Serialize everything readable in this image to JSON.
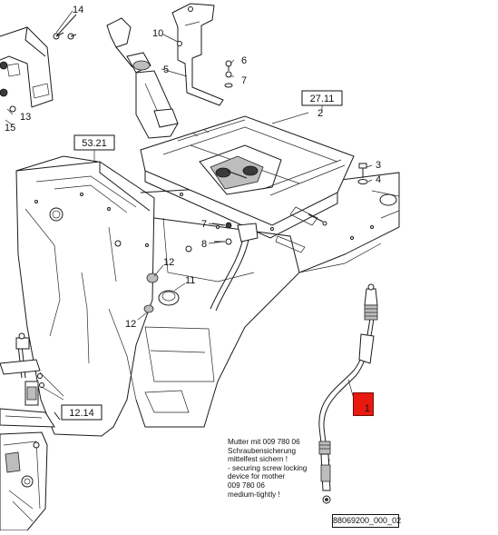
{
  "callouts": {
    "c14": "14",
    "c10": "10",
    "c6": "6",
    "c5": "5",
    "c7a": "7",
    "c2": "2",
    "c13": "13",
    "c15": "15",
    "c3": "3",
    "c4": "4",
    "c7b": "7",
    "c8": "8",
    "c12a": "12",
    "c11": "11",
    "c12b": "12",
    "c1": "1"
  },
  "refboxes": {
    "r2711": "27.11",
    "r5321": "53.21",
    "r1214": "12.14"
  },
  "note": {
    "lines": [
      "Mutter mit 009 780 06",
      "Schraubensicherung",
      "mittelfest sichern !",
      "- securing screw locking",
      "device for mother",
      "009 780 06",
      "medium-tightly !"
    ]
  },
  "document_id": "88069200_000_02",
  "highlight": {
    "part": "1",
    "color": "#e8190f"
  }
}
